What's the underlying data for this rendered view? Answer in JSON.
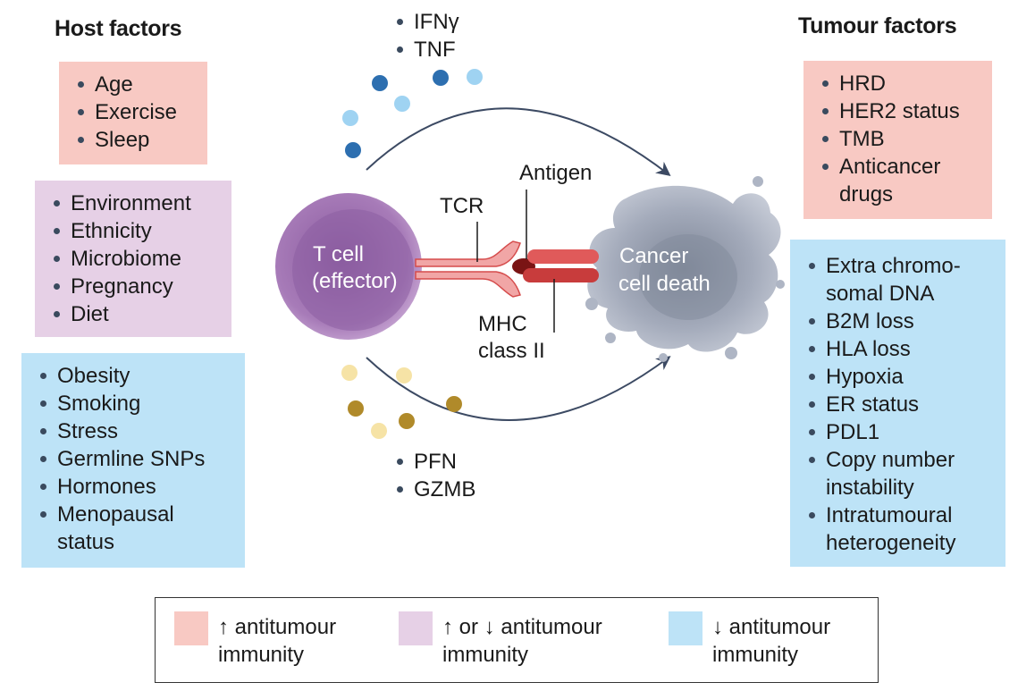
{
  "colors": {
    "increase": "#f8c9c3",
    "mixed": "#e6d0e6",
    "decrease": "#bde3f7",
    "tcell": "#a77bb8",
    "receptor": "#e05a5a",
    "cancer": "#aeb5c4",
    "arrow": "#3c4a63"
  },
  "host": {
    "heading": "Host factors",
    "increase_items": [
      "Age",
      "Exercise",
      "Sleep"
    ],
    "mixed_items": [
      "Environment",
      "Ethnicity",
      "Microbiome",
      "Pregnancy",
      "Diet"
    ],
    "decrease_items": [
      "Obesity",
      "Smoking",
      "Stress",
      "Germline SNPs",
      "Hormones",
      "Menopausal",
      "status"
    ]
  },
  "tumour": {
    "heading": "Tumour factors",
    "increase_items": [
      "HRD",
      "HER2 status",
      "TMB",
      "Anticancer",
      "drugs"
    ],
    "decrease_items": [
      "Extra chromo-",
      "somal DNA",
      "B2M loss",
      "HLA loss",
      "Hypoxia",
      "ER status",
      "PDL1",
      "Copy number",
      "instability",
      "Intratumoural",
      "heterogeneity"
    ]
  },
  "center": {
    "cytokines": [
      "IFNγ",
      "TNF"
    ],
    "cytotoxins": [
      "PFN",
      "GZMB"
    ],
    "tcell_label": [
      "T cell",
      "(effector)"
    ],
    "cancer_label": [
      "Cancer",
      "cell death"
    ],
    "tcr": "TCR",
    "antigen": "Antigen",
    "mhc": [
      "MHC",
      "class II"
    ]
  },
  "legend": {
    "increase": [
      "↑ antitumour",
      "immunity"
    ],
    "mixed": [
      "↑ or ↓ antitumour",
      "immunity"
    ],
    "decrease": [
      "↓ antitumour",
      "immunity"
    ]
  }
}
